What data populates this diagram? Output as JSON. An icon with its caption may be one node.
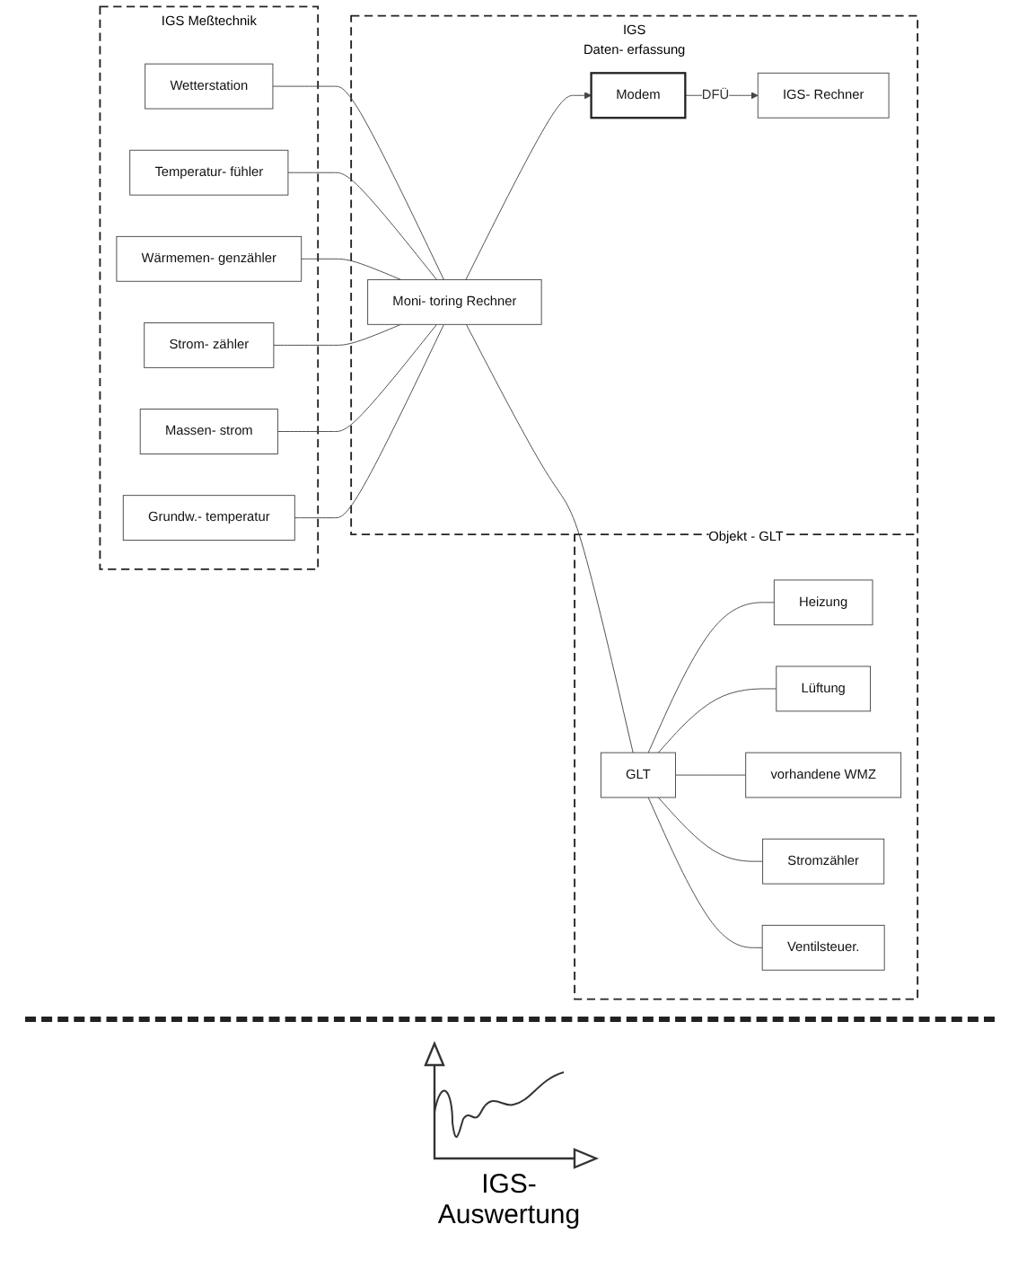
{
  "diagram": {
    "nodes": [
      {
        "text": [
          "IGS Meßtechnik"
        ]
      },
      {
        "text": [
          "Wetterstation"
        ],
        "in": 0
      },
      {
        "text": [
          "Temperatur- fühler"
        ],
        "in": 0
      },
      {
        "text": [
          "Wärmemen- genzähler"
        ],
        "in": 0
      },
      {
        "text": [
          "Strom- zähler"
        ],
        "in": 0
      },
      {
        "text": [
          "Massen- strom"
        ],
        "in": 0
      },
      {
        "text": [
          "Grundw.- temperatur"
        ],
        "in": 0
      },
      {
        "text": [
          "IGS",
          "Daten- erfassung"
        ]
      },
      {
        "text": [
          "Moni- toring Rechner"
        ],
        "in": 7
      },
      {
        "text": [
          "Modem"
        ],
        "in": 7
      },
      {
        "text": [
          "IGS- Rechner"
        ],
        "in": 7
      },
      {
        "text": [
          "Objekt - GLT"
        ]
      },
      {
        "text": [
          "GLT"
        ],
        "in": 11
      },
      {
        "text": [
          "Heizung"
        ],
        "in": 11
      },
      {
        "text": [
          "Lüftung"
        ],
        "in": 11
      },
      {
        "text": [
          "vorhandene WMZ"
        ],
        "in": 11
      },
      {
        "text": [
          "Stromzähler"
        ],
        "in": 11
      },
      {
        "text": [
          "Ventilsteuer."
        ],
        "in": 11
      }
    ],
    "edges": [
      {
        "from": 1,
        "to": 8,
        "arrow": "none"
      },
      {
        "from": 2,
        "to": 8,
        "arrow": "none"
      },
      {
        "from": 3,
        "to": 8,
        "arrow": "none"
      },
      {
        "from": 4,
        "to": 8,
        "arrow": "none"
      },
      {
        "from": 5,
        "to": 8,
        "arrow": "none"
      },
      {
        "from": 6,
        "to": 8,
        "arrow": "none"
      },
      {
        "from": 8,
        "to": 12,
        "arrow": "none"
      },
      {
        "from": 12,
        "to": 13,
        "arrow": "none"
      },
      {
        "from": 12,
        "to": 14,
        "arrow": "none"
      },
      {
        "from": 12,
        "to": 15,
        "arrow": "none"
      },
      {
        "from": 12,
        "to": 16,
        "arrow": "none"
      },
      {
        "from": 12,
        "to": 17,
        "arrow": "none"
      },
      {
        "from": 8,
        "to": 9,
        "arrow": "to"
      },
      {
        "from": 9,
        "to": 10,
        "label": "DFÜ",
        "arrow": "to"
      }
    ],
    "labels": [
      "IGS- Auswertung"
    ]
  }
}
